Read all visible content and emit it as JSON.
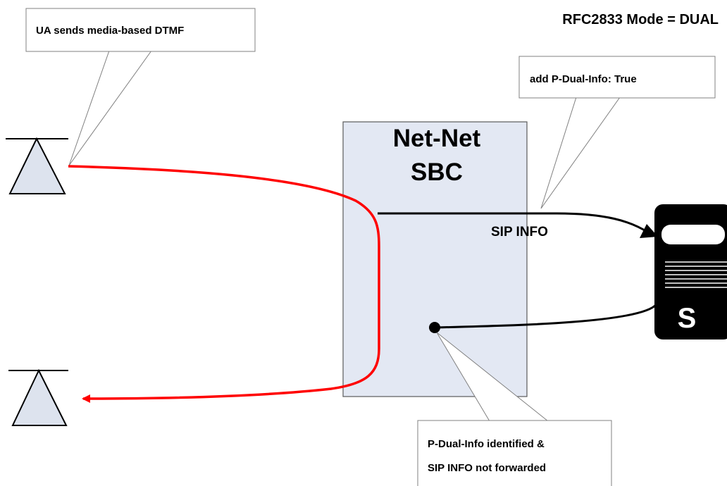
{
  "header": {
    "mode_label": "RFC2833 Mode =  DUAL"
  },
  "sbc": {
    "title_line1": "Net-Net",
    "title_line2": "SBC"
  },
  "callouts": {
    "ua_sends": "UA sends media-based DTMF",
    "add_header": "add P-Dual-Info: True",
    "identified_line1": "P-Dual-Info identified &",
    "identified_line2": "SIP INFO not forwarded"
  },
  "labels": {
    "sip_info": "SIP INFO",
    "server_letter": "S"
  },
  "colors": {
    "sbc_fill": "#e3e8f3",
    "media_path": "#ff0000",
    "signaling_path": "#000000",
    "server_body": "#000000",
    "ua_fill": "#dde3ee"
  },
  "icons": {
    "user_agent": "antenna-triangle-icon",
    "server": "server-icon"
  }
}
